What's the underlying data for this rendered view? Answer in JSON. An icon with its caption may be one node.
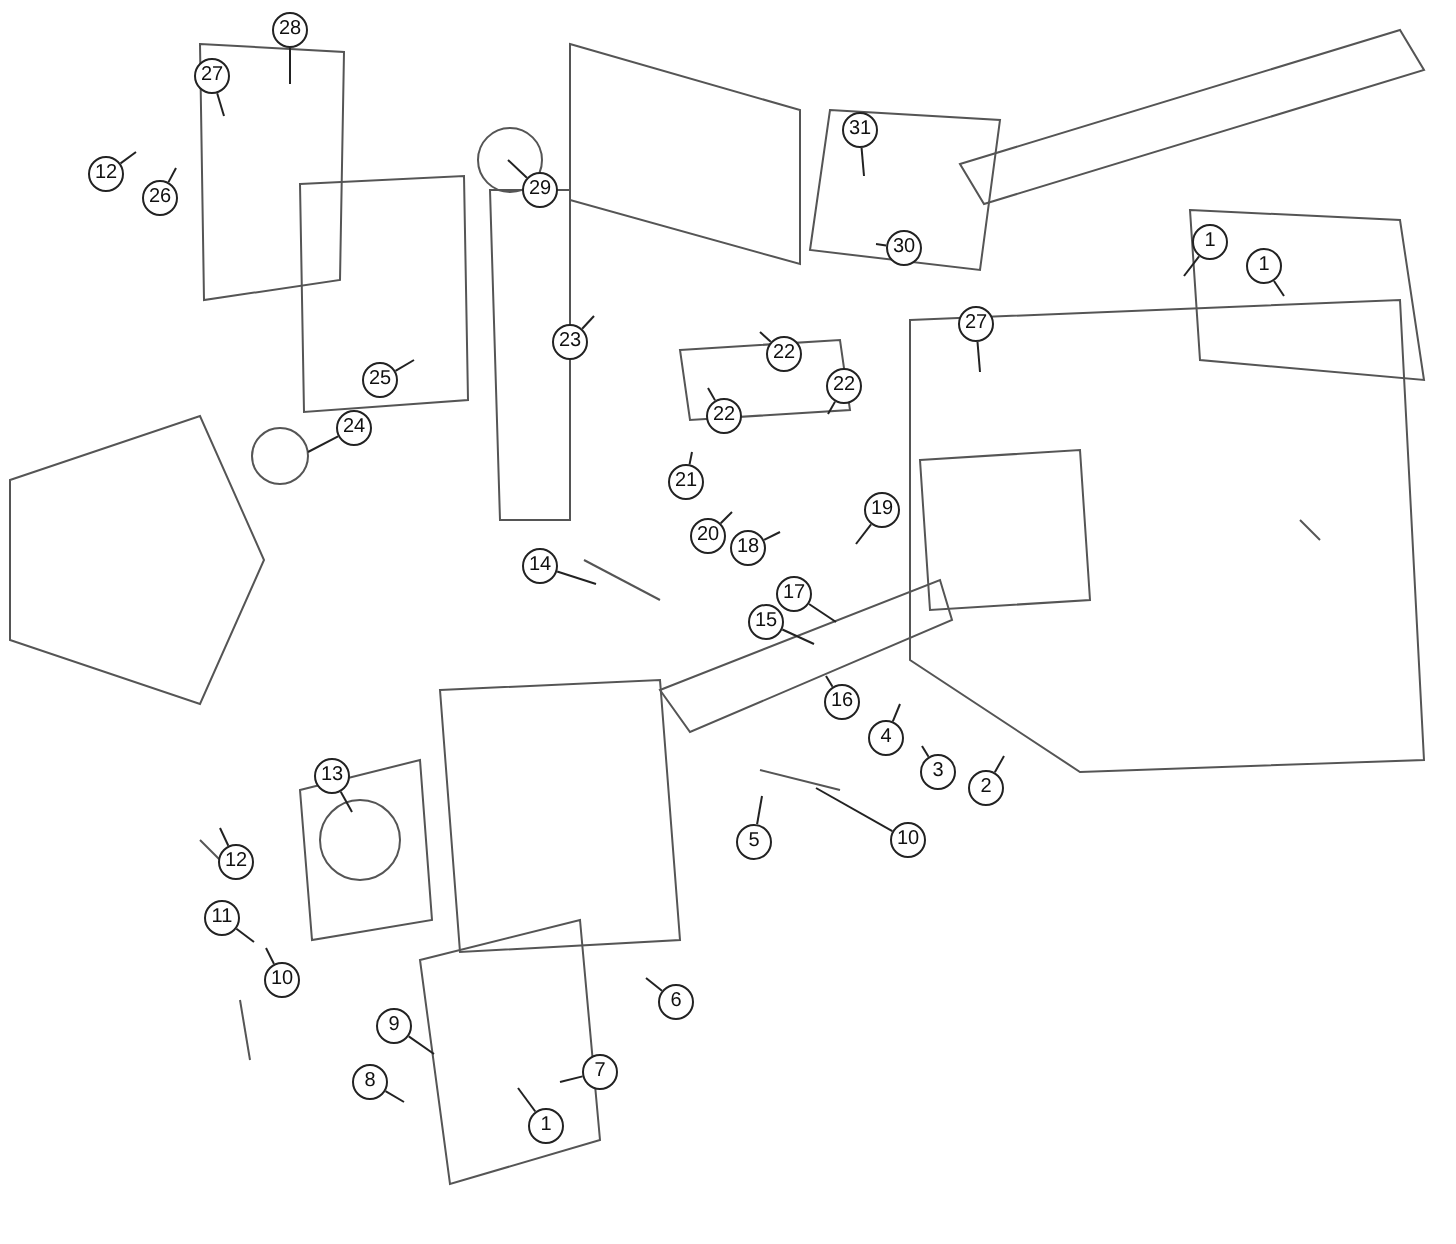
{
  "diagram": {
    "nodes": [
      {
        "text": [
          "28"
        ]
      },
      {
        "text": [
          "27"
        ]
      },
      {
        "text": [
          "31"
        ]
      },
      {
        "text": [
          "12"
        ]
      },
      {
        "text": [
          "29"
        ]
      },
      {
        "text": [
          "26"
        ]
      },
      {
        "text": [
          "1"
        ]
      },
      {
        "text": [
          "30"
        ]
      },
      {
        "text": [
          "1"
        ]
      },
      {
        "text": [
          "27"
        ]
      },
      {
        "text": [
          "23"
        ]
      },
      {
        "text": [
          "22"
        ]
      },
      {
        "text": [
          "25"
        ]
      },
      {
        "text": [
          "22"
        ]
      },
      {
        "text": [
          "22"
        ]
      },
      {
        "text": [
          "24"
        ]
      },
      {
        "text": [
          "21"
        ]
      },
      {
        "text": [
          "19"
        ]
      },
      {
        "text": [
          "20"
        ]
      },
      {
        "text": [
          "18"
        ]
      },
      {
        "text": [
          "14"
        ]
      },
      {
        "text": [
          "17"
        ]
      },
      {
        "text": [
          "15"
        ]
      },
      {
        "text": [
          "16"
        ]
      },
      {
        "text": [
          "4"
        ]
      },
      {
        "text": [
          "3"
        ]
      },
      {
        "text": [
          "13"
        ]
      },
      {
        "text": [
          "2"
        ]
      },
      {
        "text": [
          "10"
        ]
      },
      {
        "text": [
          "5"
        ]
      },
      {
        "text": [
          "12"
        ]
      },
      {
        "text": [
          "11"
        ]
      },
      {
        "text": [
          "10"
        ]
      },
      {
        "text": [
          "6"
        ]
      },
      {
        "text": [
          "9"
        ]
      },
      {
        "text": [
          "7"
        ]
      },
      {
        "text": [
          "8"
        ]
      },
      {
        "text": [
          "1"
        ]
      }
    ],
    "edges": [
      {
        "from": 0,
        "to": null,
        "arrow": "none"
      },
      {
        "from": 1,
        "to": null,
        "arrow": "none"
      },
      {
        "from": 2,
        "to": null,
        "arrow": "none"
      },
      {
        "from": 3,
        "to": null,
        "arrow": "none"
      },
      {
        "from": 4,
        "to": null,
        "arrow": "none"
      },
      {
        "from": 5,
        "to": null,
        "arrow": "none"
      },
      {
        "from": 6,
        "to": null,
        "arrow": "none"
      },
      {
        "from": 7,
        "to": null,
        "arrow": "none"
      },
      {
        "from": 8,
        "to": null,
        "arrow": "none"
      },
      {
        "from": 9,
        "to": null,
        "arrow": "none"
      },
      {
        "from": 10,
        "to": null,
        "arrow": "none"
      },
      {
        "from": 11,
        "to": null,
        "arrow": "none"
      },
      {
        "from": 12,
        "to": null,
        "arrow": "none"
      },
      {
        "from": 13,
        "to": null,
        "arrow": "none"
      },
      {
        "from": 14,
        "to": null,
        "arrow": "none"
      },
      {
        "from": 15,
        "to": null,
        "arrow": "none"
      },
      {
        "from": 16,
        "to": null,
        "arrow": "none"
      },
      {
        "from": 17,
        "to": null,
        "arrow": "none"
      },
      {
        "from": 18,
        "to": null,
        "arrow": "none"
      },
      {
        "from": 19,
        "to": null,
        "arrow": "none"
      },
      {
        "from": 20,
        "to": null,
        "arrow": "none"
      },
      {
        "from": 21,
        "to": null,
        "arrow": "none"
      },
      {
        "from": 22,
        "to": null,
        "arrow": "none"
      },
      {
        "from": 23,
        "to": null,
        "arrow": "none"
      },
      {
        "from": 24,
        "to": null,
        "arrow": "none"
      },
      {
        "from": 25,
        "to": null,
        "arrow": "none"
      },
      {
        "from": 26,
        "to": null,
        "arrow": "none"
      },
      {
        "from": 27,
        "to": null,
        "arrow": "none"
      },
      {
        "from": 28,
        "to": null,
        "arrow": "none"
      },
      {
        "from": 29,
        "to": null,
        "arrow": "none"
      },
      {
        "from": 30,
        "to": null,
        "arrow": "none"
      },
      {
        "from": 31,
        "to": null,
        "arrow": "none"
      },
      {
        "from": 32,
        "to": null,
        "arrow": "none"
      },
      {
        "from": 33,
        "to": null,
        "arrow": "none"
      },
      {
        "from": 34,
        "to": null,
        "arrow": "none"
      },
      {
        "from": 35,
        "to": null,
        "arrow": "none"
      },
      {
        "from": 36,
        "to": null,
        "arrow": "none"
      },
      {
        "from": 37,
        "to": null,
        "arrow": "none"
      }
    ]
  }
}
